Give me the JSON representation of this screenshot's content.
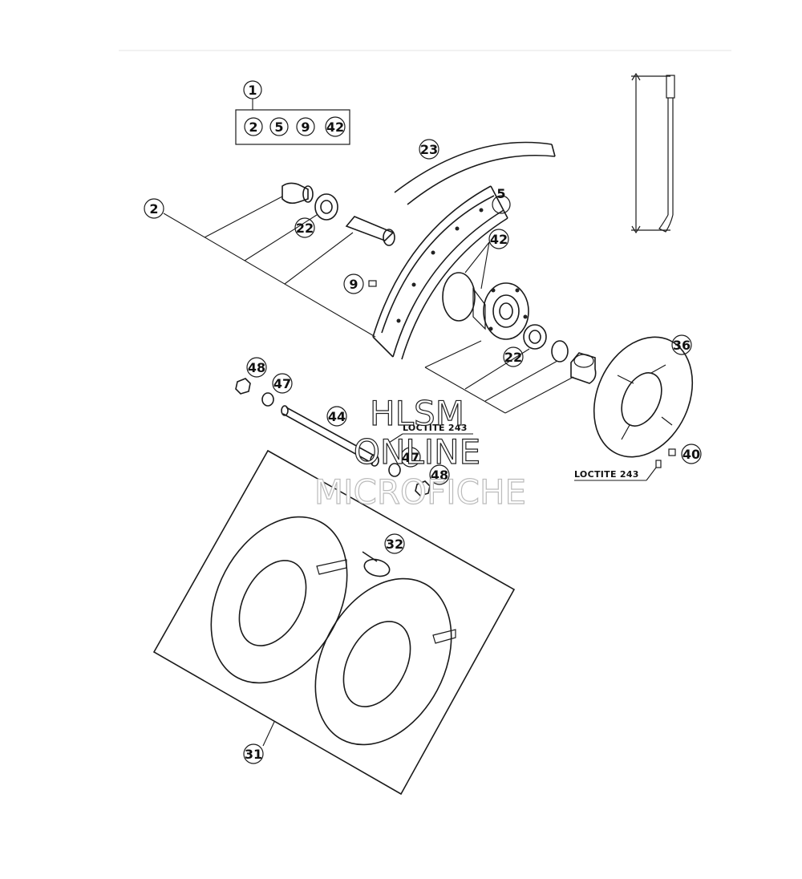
{
  "kit_label": "1",
  "kit_items": [
    "2",
    "5",
    "9",
    "42"
  ],
  "callouts": {
    "c2": "2",
    "c5": "5",
    "c9": "9",
    "c22a": "22",
    "c22b": "22",
    "c23": "23",
    "c31": "31",
    "c32": "32",
    "c36": "36",
    "c40": "40",
    "c42": "42",
    "c44": "44",
    "c47a": "47",
    "c47b": "47",
    "c48a": "48",
    "c48b": "48"
  },
  "notes": {
    "loctite_axle": "LOCTITE 243",
    "loctite_disc": "LOCTITE 243"
  },
  "watermark": {
    "line1": "HLSM",
    "line2": "ONLINE",
    "line3": "MICROFICHE"
  }
}
